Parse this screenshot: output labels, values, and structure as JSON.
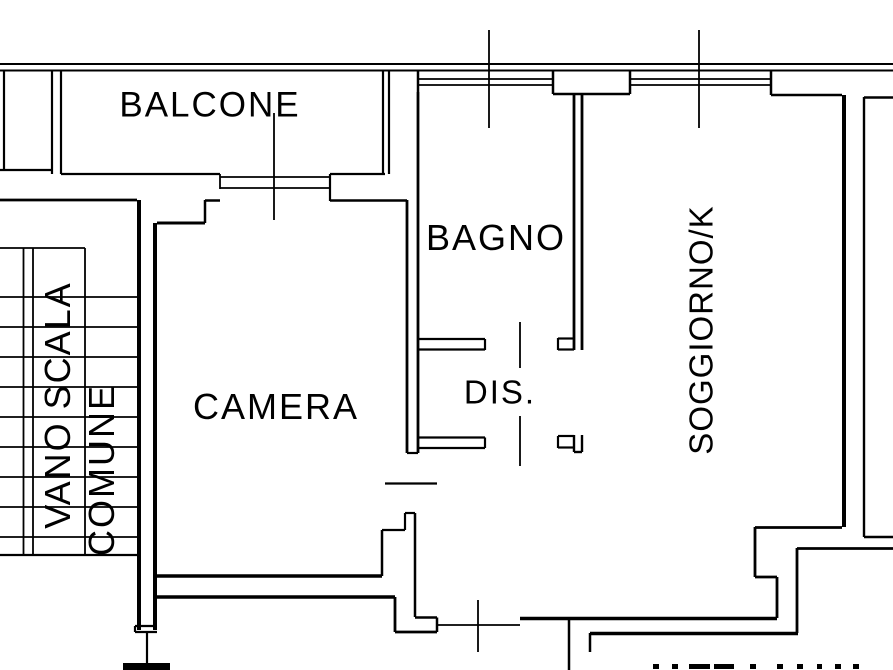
{
  "document": {
    "type": "floor-plan-drawing",
    "background_color": "#ffffff",
    "line_color": "#000000"
  },
  "labels": {
    "balcone": "BALCONE",
    "bagno": "BAGNO",
    "camera": "CAMERA",
    "dis": "DIS.",
    "soggiorno": "SOGGIORNO/K",
    "vano_scala": "VANO SCALA",
    "comune": "COMUNE"
  }
}
